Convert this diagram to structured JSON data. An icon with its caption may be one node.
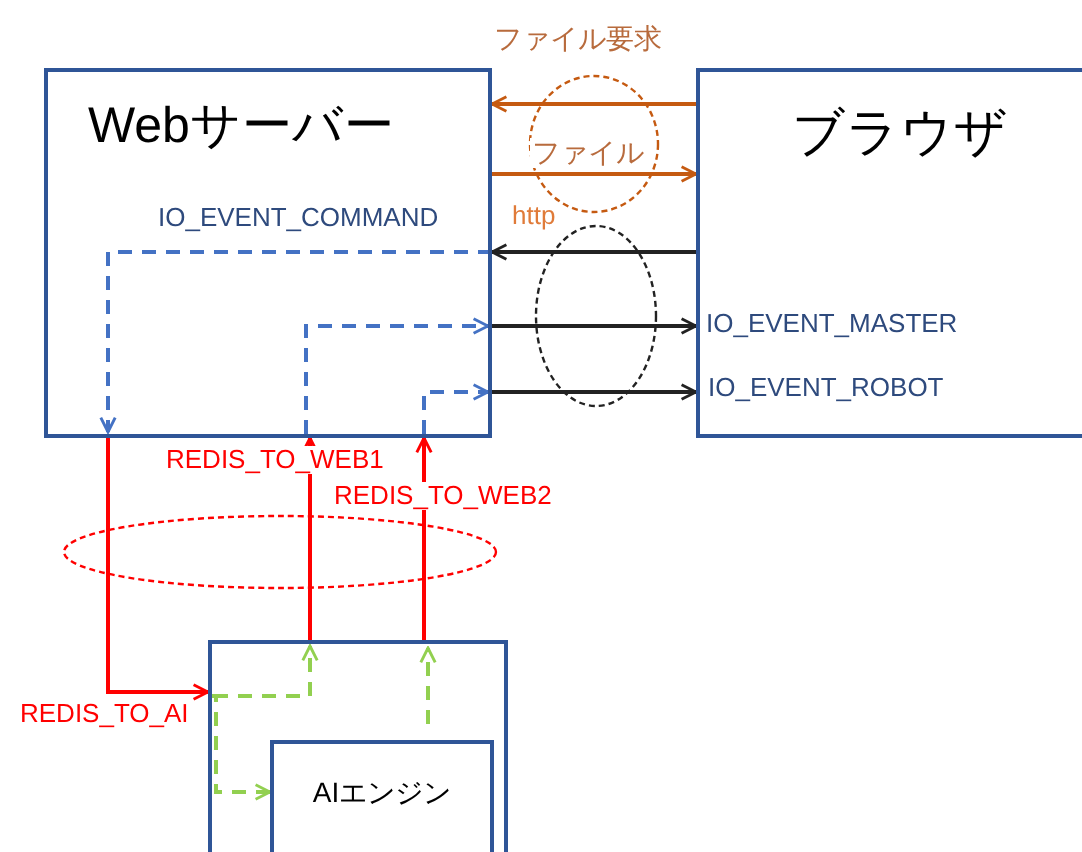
{
  "diagram": {
    "nodes": [
      {
        "text": [
          "Webサーバー"
        ]
      },
      {
        "text": [
          "ブラウザ"
        ]
      },
      {
        "text": [],
        "shape": "box"
      },
      {
        "text": [
          "AIエンジン"
        ],
        "in": 2
      }
    ],
    "edges": [
      {
        "from": 1,
        "to": 0,
        "arrow": "to",
        "label": "ファイル要求",
        "color": "#c55a11"
      },
      {
        "from": 0,
        "to": 1,
        "arrow": "to",
        "label": "ファイル",
        "color": "#c55a11"
      },
      {
        "from": 1,
        "to": 0,
        "arrow": "to",
        "label": "IO_EVENT_COMMAND"
      },
      {
        "from": 0,
        "to": 1,
        "arrow": "to",
        "label": "IO_EVENT_MASTER"
      },
      {
        "from": 0,
        "to": 1,
        "arrow": "to",
        "label": "IO_EVENT_ROBOT"
      },
      {
        "from": 0,
        "to": 2,
        "arrow": "to",
        "label": "REDIS_TO_AI",
        "color": "#ff0000"
      },
      {
        "from": 2,
        "to": 0,
        "arrow": "to",
        "label": "REDIS_TO_WEB1",
        "color": "#ff0000"
      },
      {
        "from": 2,
        "to": 0,
        "arrow": "to",
        "label": "REDIS_TO_WEB2",
        "color": "#ff0000"
      },
      {
        "from": 2,
        "to": 3,
        "arrow": "to",
        "style": "dashed",
        "color": "#92d050"
      }
    ],
    "labels": [
      "http"
    ]
  }
}
